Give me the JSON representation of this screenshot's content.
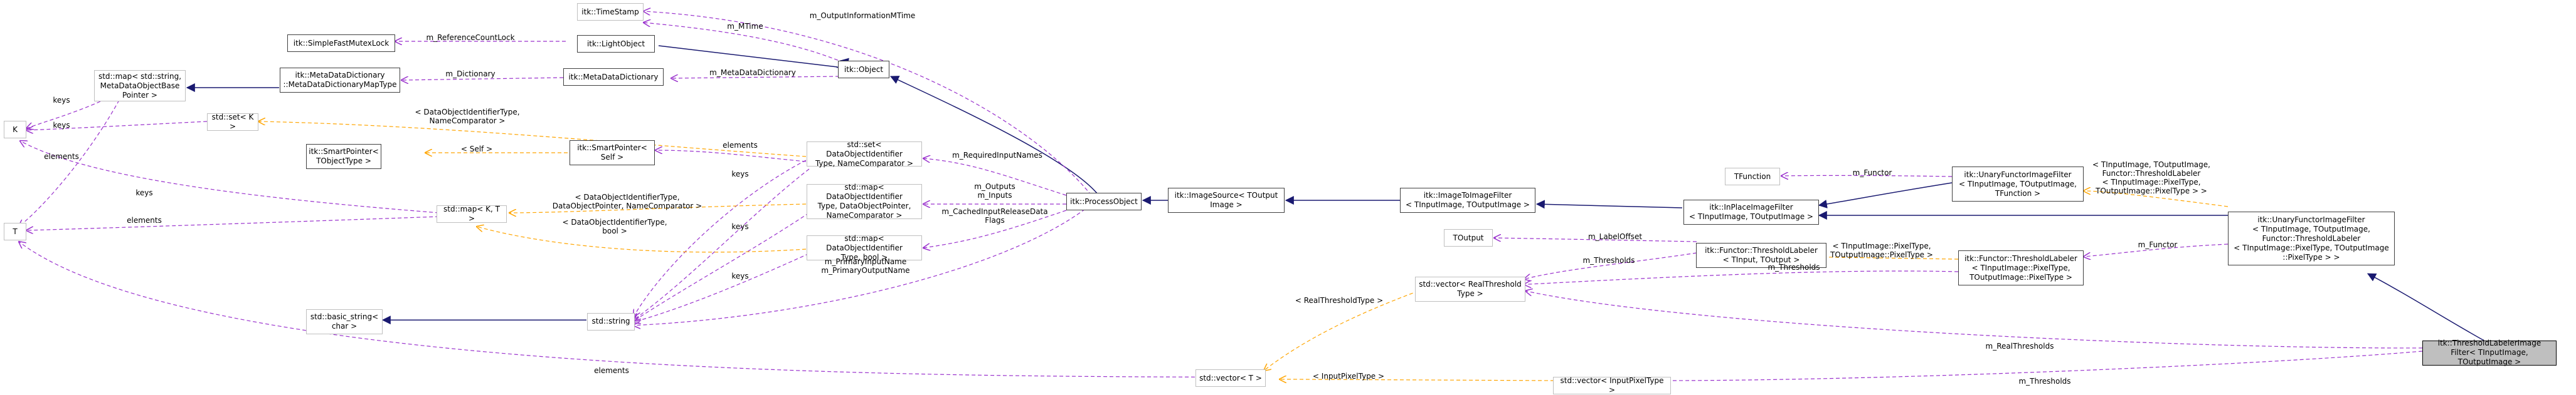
{
  "colors": {
    "inheritance": "#191970",
    "usage": "#9a32cd",
    "template": "#ffa500",
    "node_border": "#404040",
    "node_border_undocumented": "#bfbfbf",
    "highlight_fill": "#bfbfbf"
  },
  "nodes": {
    "itk_time_stamp": "itk::TimeStamp",
    "itk_simple_fast_mutex_lock": "itk::SimpleFastMutexLock",
    "itk_light_object": "itk::LightObject",
    "itk_object": "itk::Object",
    "std_map_string_pointer": "std::map< std::string,\nMetaDataObjectBase\nPointer >",
    "itk_meta_data_dictionary_map_type": "itk::MetaDataDictionary\n::MetaDataDictionaryMapType",
    "itk_meta_data_dictionary": "itk::MetaDataDictionary",
    "k": "K",
    "std_set_k": "std::set< K >",
    "std_set_dataobject_identifier": "std::set< DataObjectIdentifier\nType, NameComparator >",
    "itk_smart_pointer_objecttype": "itk::SmartPointer<\nTObjectType >",
    "itk_smart_pointer_self": "itk::SmartPointer<\nSelf >",
    "itk_process_object": "itk::ProcessObject",
    "std_map_dataobject_pointer": "std::map< DataObjectIdentifier\nType, DataObjectPointer,\nNameComparator >",
    "t": "T",
    "std_map_k_t": "std::map< K, T >",
    "std_map_dataobject_bool": "std::map< DataObjectIdentifier\nType, bool >",
    "std_basic_string": "std::basic_string<\nchar >",
    "std_string": "std::string",
    "itk_image_source": "itk::ImageSource< TOutput\nImage >",
    "itk_image_to_image_filter": "itk::ImageToImageFilter\n< TInputImage, TOutputImage >",
    "itk_in_place_image_filter": "itk::InPlaceImageFilter\n< TInputImage, TOutputImage >",
    "tfunction": "TFunction",
    "itk_unary_functor_image_filter_tfunction": "itk::UnaryFunctorImageFilter\n< TInputImage, TOutputImage,\nTFunction >",
    "toutput": "TOutput",
    "itk_functor_threshold_labeler_toutput": "itk::Functor::ThresholdLabeler\n< TInput, TOutput >",
    "itk_functor_threshold_labeler_pixel": "itk::Functor::ThresholdLabeler\n< TInputImage::PixelType,\nTOutputImage::PixelType >",
    "itk_unary_functor_image_filter_threshold": "itk::UnaryFunctorImageFilter\n< TInputImage, TOutputImage,\nFunctor::ThresholdLabeler\n< TInputImage::PixelType, TOutputImage\n::PixelType > >",
    "std_vector_real_threshold": "std::vector< RealThreshold\nType >",
    "std_vector_t": "std::vector< T >",
    "std_vector_input_pixel_type": "std::vector< InputPixelType >",
    "itk_threshold_labeler_image_filter": "itk::ThresholdLabelerImage\nFilter< TInputImage, TOutputImage >"
  },
  "edge_labels": {
    "m_output_information_mtime": "m_OutputInformationMTime",
    "m_mtime": "m_MTime",
    "m_reference_count_lock": "m_ReferenceCountLock",
    "m_dictionary": "m_Dictionary",
    "m_meta_data_dictionary": "m_MetaDataDictionary",
    "keys_map_string": "keys",
    "keys_set_k": "keys",
    "elements_map_string": "elements",
    "set_dataobject_template": "< DataObjectIdentifierType,\nNameComparator >",
    "self_template": "< Self >",
    "elements_set_dataobject": "elements",
    "keys_set_dataobject": "keys",
    "m_required_input_names": "m_RequiredInputNames",
    "keys_map_k_t": "keys",
    "elements_map_k_t": "elements",
    "map_pointer_template": "< DataObjectIdentifierType,\nDataObjectPointer, NameComparator >",
    "map_bool_template": "< DataObjectIdentifierType,\nbool >",
    "keys_map_dataobject": "keys",
    "m_outputs_inputs": "m_Outputs\nm_Inputs",
    "m_cached_input_release_data_flags": "m_CachedInputReleaseData\nFlags",
    "keys_map_bool": "keys",
    "m_primary_names": "m_PrimaryInputName\nm_PrimaryOutputName",
    "m_functor_tfunction": "m_Functor",
    "unary_template": "< TInputImage, TOutputImage,\nFunctor::ThresholdLabeler\n< TInputImage::PixelType,\nTOutputImage::PixelType > >",
    "m_label_offset": "m_LabelOffset",
    "m_thresholds_toutput": "m_Thresholds",
    "labeler_template": "< TInputImage::PixelType,\nTOutputImage::PixelType >",
    "m_functor_threshold": "m_Functor",
    "m_thresholds_pixel": "m_Thresholds",
    "real_threshold_type": "< RealThresholdType >",
    "m_real_thresholds": "m_RealThresholds",
    "elements_vector_t": "elements",
    "input_pixel_type": "< InputPixelType >",
    "m_thresholds_vector_input": "m_Thresholds"
  }
}
